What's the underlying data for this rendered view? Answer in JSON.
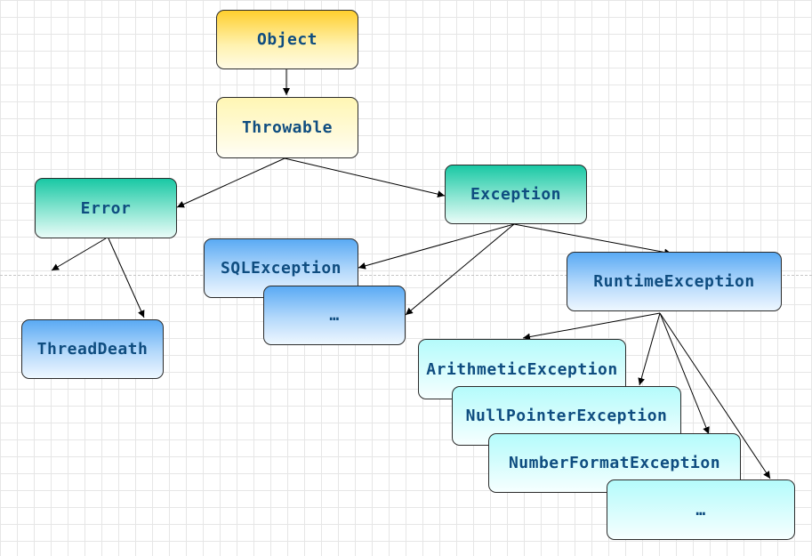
{
  "diagram": {
    "nodes": {
      "object": "Object",
      "throwable": "Throwable",
      "error": "Error",
      "exception": "Exception",
      "thread_death": "ThreadDeath",
      "sql_exception": "SQLException",
      "exception_more": "…",
      "runtime_exception": "RuntimeException",
      "arithmetic_exception": "ArithmeticException",
      "null_pointer_exception": "NullPointerException",
      "number_format_exception": "NumberFormatException",
      "runtime_more": "…"
    },
    "edges": [
      [
        "object",
        "throwable"
      ],
      [
        "throwable",
        "error"
      ],
      [
        "throwable",
        "exception"
      ],
      [
        "error",
        "unnamed"
      ],
      [
        "error",
        "thread_death"
      ],
      [
        "exception",
        "sql_exception"
      ],
      [
        "exception",
        "exception_more"
      ],
      [
        "exception",
        "runtime_exception"
      ],
      [
        "runtime_exception",
        "arithmetic_exception"
      ],
      [
        "runtime_exception",
        "null_pointer_exception"
      ],
      [
        "runtime_exception",
        "number_format_exception"
      ],
      [
        "runtime_exception",
        "runtime_more"
      ]
    ],
    "colors": {
      "text": "#0f4d80",
      "border": "#2b2b2b",
      "arrow": "#000000",
      "grid": "#e6e6e6"
    }
  }
}
